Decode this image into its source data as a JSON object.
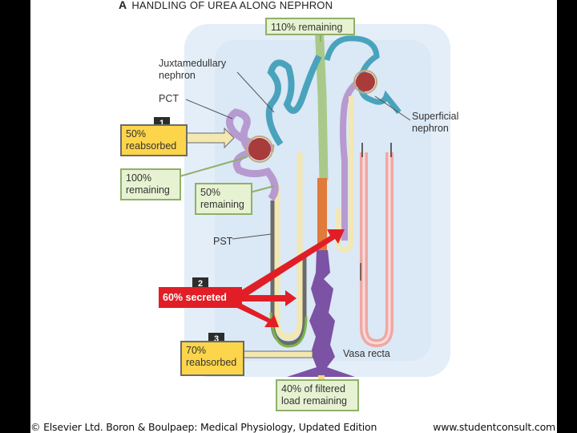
{
  "title": {
    "letter": "A",
    "text": "HANDLING OF UREA ALONG NEPHRON"
  },
  "labels": {
    "top_remaining": "110% remaining",
    "juxtamedullary": "Juxtamedullary\nnephron",
    "pct": "PCT",
    "superficial": "Superficial\nnephron",
    "pst": "PST",
    "vasa_recta": "Vasa recta"
  },
  "steps": [
    {
      "number": "1",
      "text": "50%\nreabsorbed"
    },
    {
      "number": "2",
      "text": "60% secreted"
    },
    {
      "number": "3",
      "text": "70%\nreabsorbed"
    }
  ],
  "remaining_boxes": {
    "hundred": "100%\nremaining",
    "fifty": "50%\nremaining",
    "forty": "40% of filtered\nload remaining"
  },
  "credit": {
    "left": "© Elsevier Ltd. Boron & Boulpaep: Medical Physiology, Updated Edition",
    "right": "www.studentconsult.com"
  },
  "colors": {
    "background": "#000000",
    "panel": "#ffffff",
    "vessel_glow": "#dce9f6",
    "green_box": "#e7f2d2",
    "yellow_box": "#fcd54b",
    "red_box": "#e11e26",
    "collecting_duct_purple": "#7b52a4",
    "collecting_duct_orange": "#e07b39",
    "loop_teal": "#4aa3bd",
    "loop_lavender": "#b79ad0",
    "vasa_recta_pink": "#f0a7a4"
  }
}
